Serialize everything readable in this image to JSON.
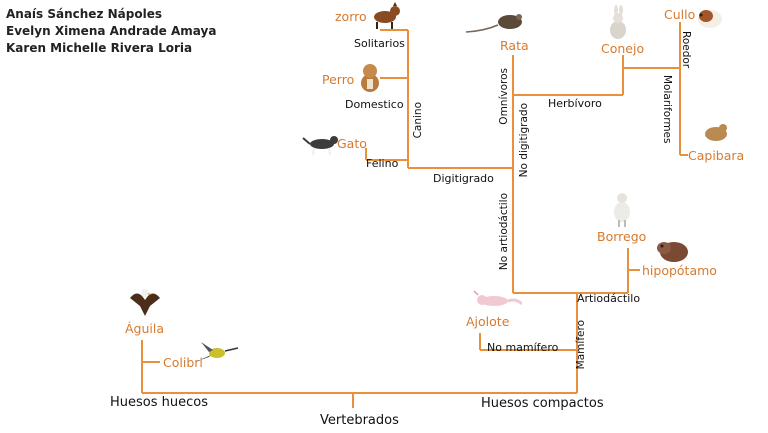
{
  "authors": [
    "Anaís Sánchez Nápoles",
    "Evelyn Ximena Andrade Amaya",
    "Karen Michelle Rivera Loria"
  ],
  "animals": {
    "zorro": "zorro",
    "rata": "Rata",
    "conejo": "Conejo",
    "cullo": "Cullo",
    "perro": "Perro",
    "gato": "Gato",
    "capibara": "Capibara",
    "borrego": "Borrego",
    "hipopotamo": "hipopótamo",
    "ajolote": "Ajolote",
    "aguila": "Águila",
    "colibri": "Colibri"
  },
  "traits": {
    "solitarios": "Solitarios",
    "domestico": "Domestico",
    "canino": "Canino",
    "felino": "Felino",
    "digitigrado": "Digitigrado",
    "omnivoros": "Omnívoros",
    "no_digitigrado": "No digitigrado",
    "herbivoro": "Herbívoro",
    "roedor": "Roedor",
    "molariformes": "Molariformes",
    "no_artiodactilo": "No artiodáctilo",
    "artiodactilo": "Artiodáctilo",
    "no_mamifero": "No mamífero",
    "mamifero": "Mamífero",
    "huesos_huecos": "Huesos huecos",
    "huesos_compactos": "Huesos compactos",
    "vertebrados": "Vertebrados"
  },
  "colors": {
    "branch": "#E8913A",
    "animal_text": "#D77A2E"
  }
}
